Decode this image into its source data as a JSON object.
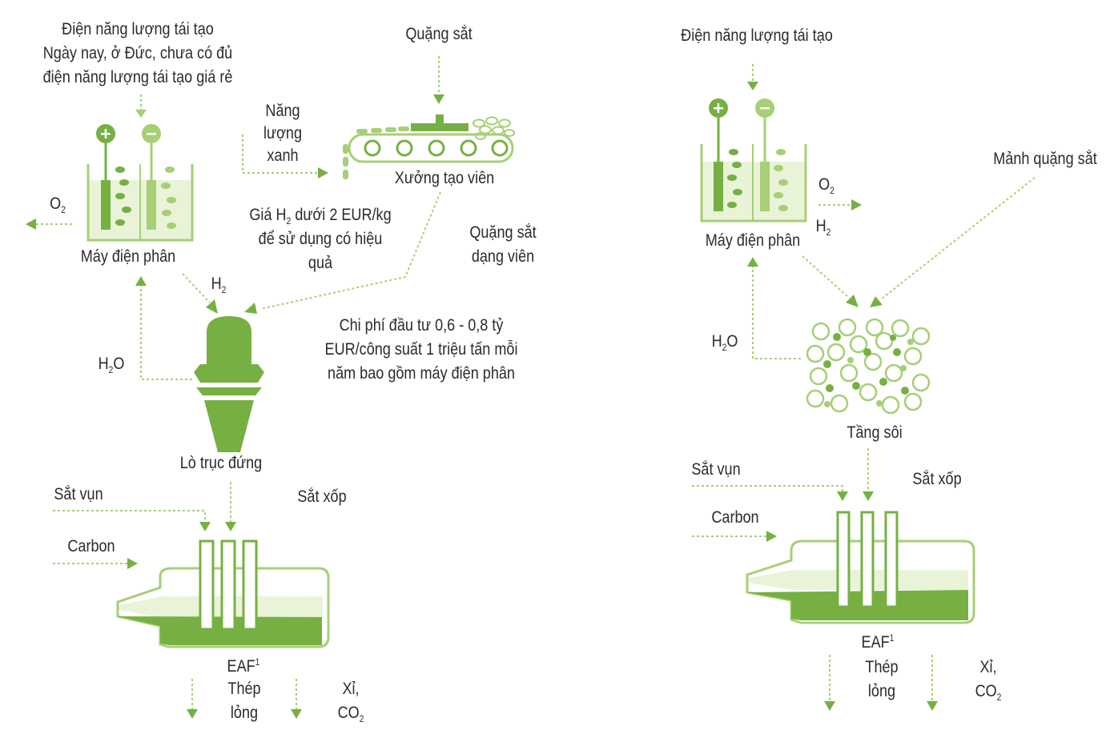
{
  "colors": {
    "dark": "#76b043",
    "mid": "#a6cf76",
    "light": "#e9f3d8",
    "text": "#2b2b2b"
  },
  "left": {
    "renewable_title": "Điện năng lượng tái tạo",
    "renewable_note_1": "Ngày nay, ở Đức, chưa có đủ",
    "renewable_note_2": "điện năng lượng tái tạo giá rẻ",
    "iron_ore": "Quặng sắt",
    "green_energy_1": "Năng",
    "green_energy_2": "lượng",
    "green_energy_3": "xanh",
    "pellet_plant": "Xưởng tạo viên",
    "o2": "O",
    "o2_sub": "2",
    "electrolyzer": "Máy điện phân",
    "h2_price_a": "Giá H",
    "h2_price_sub": "2",
    "h2_price_b": " dưới 2 EUR/kg",
    "h2_price_2": "để sử dụng có hiệu",
    "h2_price_3": "quả",
    "pellet_ore_1": "Quặng sắt",
    "pellet_ore_2": "dạng viên",
    "h2": "H",
    "h2_sub": "2",
    "cost_1": "Chi phí đầu tư 0,6 - 0,8 tỷ",
    "cost_2": "EUR/công suất 1 triệu tấn mỗi",
    "cost_3": "năm bao gồm máy điện phân",
    "h2o_a": "H",
    "h2o_sub": "2",
    "h2o_b": "O",
    "shaft_furnace": "Lò trục đứng",
    "scrap": "Sắt vụn",
    "sponge_iron": "Sắt xốp",
    "carbon": "Carbon",
    "eaf": "EAF",
    "eaf_sup": "1",
    "steel_1": "Thép",
    "steel_2": "lỏng",
    "slag": "Xỉ,",
    "co2_a": "CO",
    "co2_sub": "2"
  },
  "right": {
    "renewable_title": "Điện năng lượng tái tạo",
    "ore_fines": "Mảnh quặng sắt",
    "o2": "O",
    "o2_sub": "2",
    "electrolyzer": "Máy điện phân",
    "h2": "H",
    "h2_sub": "2",
    "h2o_a": "H",
    "h2o_sub": "2",
    "h2o_b": "O",
    "fluidized_bed": "Tầng sôi",
    "scrap": "Sắt vụn",
    "sponge_iron": "Sắt xốp",
    "carbon": "Carbon",
    "eaf": "EAF",
    "eaf_sup": "1",
    "steel_1": "Thép",
    "steel_2": "lỏng",
    "slag": "Xỉ,",
    "co2_a": "CO",
    "co2_sub": "2"
  }
}
